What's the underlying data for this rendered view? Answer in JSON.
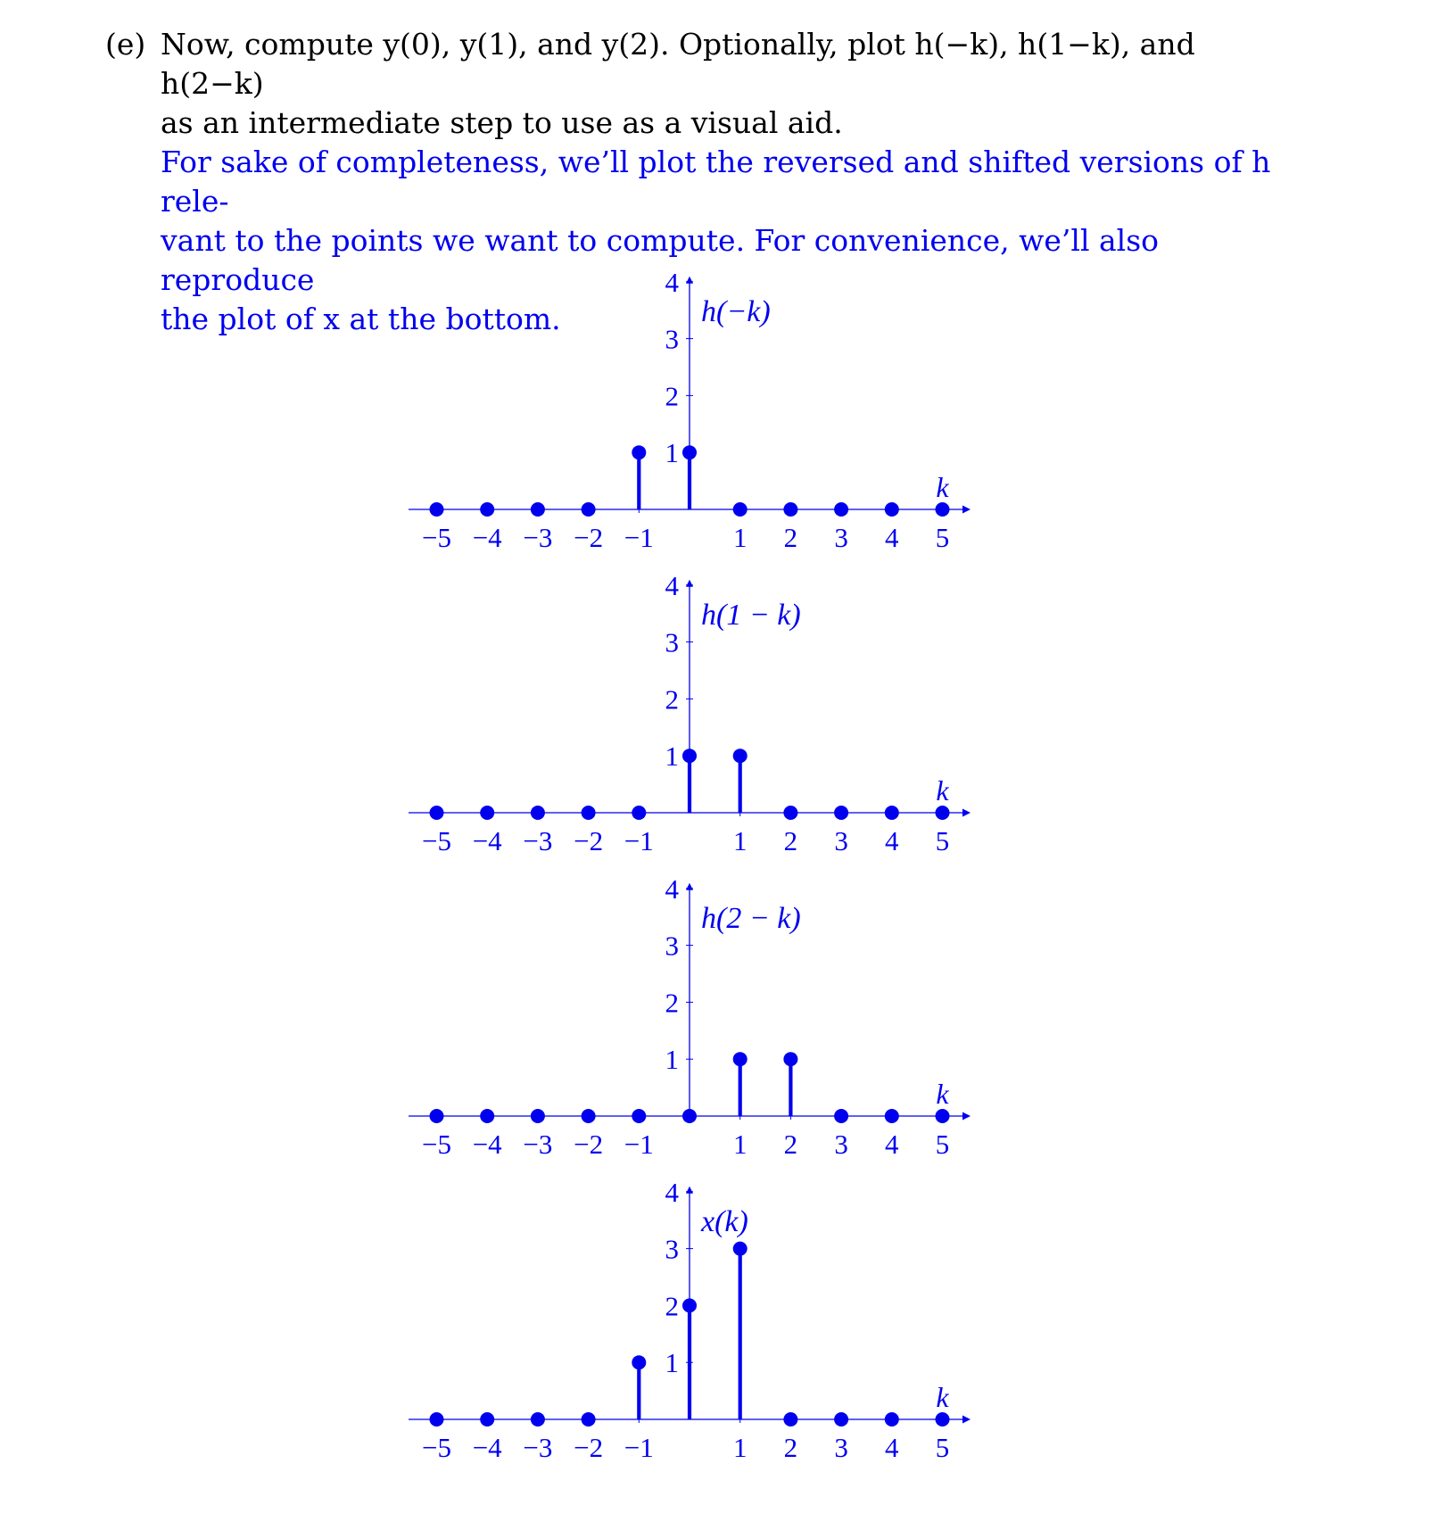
{
  "problem": {
    "item_label": "(e)",
    "question_lines": [
      "Now, compute y(0), y(1), and y(2). Optionally, plot h(−k), h(1−k), and h(2−k)",
      "as an intermediate step to use as a visual aid."
    ],
    "answer_lines": [
      "For sake of completeness, we’ll plot the reversed and shifted versions of h rele-",
      "vant to the points we want to compute. For convenience, we’ll also reproduce",
      "the plot of x at the bottom."
    ]
  },
  "colors": {
    "answer_text": "#0000ee",
    "plot": "#0000ee"
  },
  "chart_data": [
    {
      "type": "stem",
      "series_label": "h(−k)",
      "xlabel": "k",
      "x": [
        -5,
        -4,
        -3,
        -2,
        -1,
        0,
        1,
        2,
        3,
        4,
        5
      ],
      "y": [
        0,
        0,
        0,
        0,
        1,
        1,
        0,
        0,
        0,
        0,
        0
      ],
      "xlim": [
        -5,
        5
      ],
      "ylim": [
        0,
        4
      ],
      "x_tick_labels": [
        "−5",
        "−4",
        "−3",
        "−2",
        "−1",
        "1",
        "2",
        "3",
        "4",
        "5"
      ],
      "y_tick_labels": [
        "1",
        "2",
        "3",
        "4"
      ],
      "grid": false
    },
    {
      "type": "stem",
      "series_label": "h(1 − k)",
      "xlabel": "k",
      "x": [
        -5,
        -4,
        -3,
        -2,
        -1,
        0,
        1,
        2,
        3,
        4,
        5
      ],
      "y": [
        0,
        0,
        0,
        0,
        0,
        1,
        1,
        0,
        0,
        0,
        0
      ],
      "xlim": [
        -5,
        5
      ],
      "ylim": [
        0,
        4
      ],
      "x_tick_labels": [
        "−5",
        "−4",
        "−3",
        "−2",
        "−1",
        "1",
        "2",
        "3",
        "4",
        "5"
      ],
      "y_tick_labels": [
        "1",
        "2",
        "3",
        "4"
      ],
      "grid": false
    },
    {
      "type": "stem",
      "series_label": "h(2 − k)",
      "xlabel": "k",
      "x": [
        -5,
        -4,
        -3,
        -2,
        -1,
        0,
        1,
        2,
        3,
        4,
        5
      ],
      "y": [
        0,
        0,
        0,
        0,
        0,
        0,
        1,
        1,
        0,
        0,
        0
      ],
      "xlim": [
        -5,
        5
      ],
      "ylim": [
        0,
        4
      ],
      "x_tick_labels": [
        "−5",
        "−4",
        "−3",
        "−2",
        "−1",
        "1",
        "2",
        "3",
        "4",
        "5"
      ],
      "y_tick_labels": [
        "1",
        "2",
        "3",
        "4"
      ],
      "grid": false
    },
    {
      "type": "stem",
      "series_label": "x(k)",
      "xlabel": "k",
      "x": [
        -5,
        -4,
        -3,
        -2,
        -1,
        0,
        1,
        2,
        3,
        4,
        5
      ],
      "y": [
        0,
        0,
        0,
        0,
        1,
        2,
        3,
        0,
        0,
        0,
        0
      ],
      "xlim": [
        -5,
        5
      ],
      "ylim": [
        0,
        4
      ],
      "x_tick_labels": [
        "−5",
        "−4",
        "−3",
        "−2",
        "−1",
        "1",
        "2",
        "3",
        "4",
        "5"
      ],
      "y_tick_labels": [
        "1",
        "2",
        "3",
        "4"
      ],
      "grid": false
    }
  ]
}
